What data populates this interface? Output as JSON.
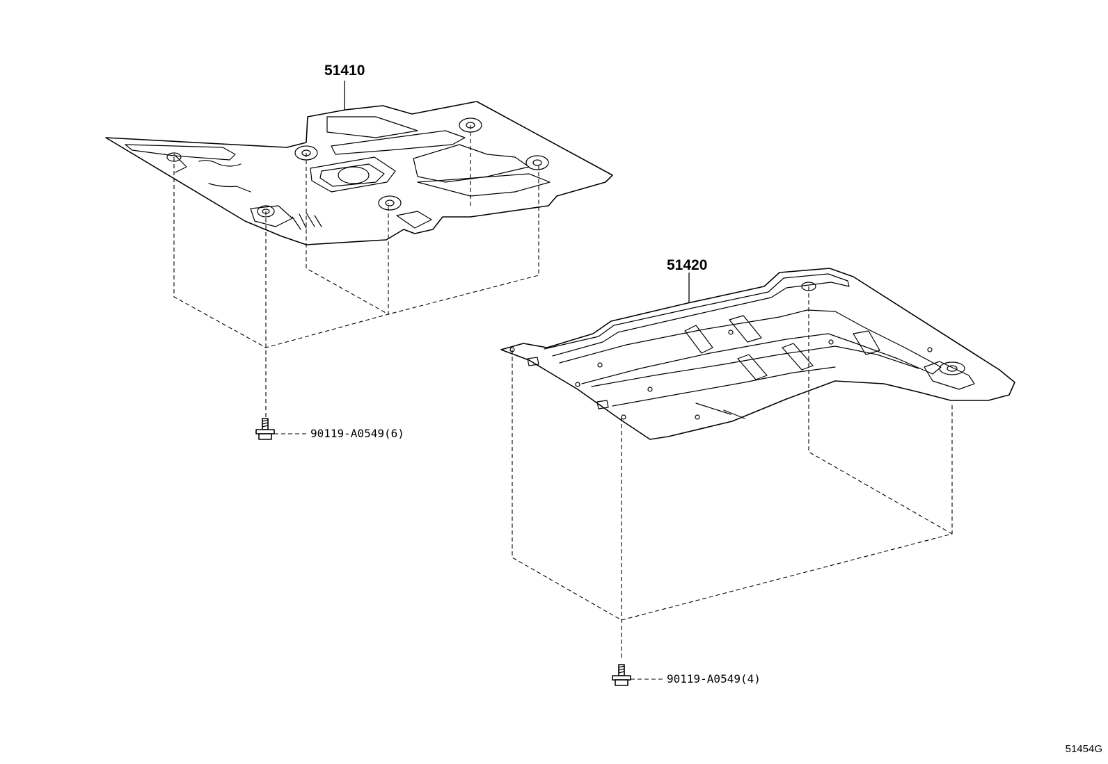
{
  "parts": [
    {
      "callout": "51410"
    },
    {
      "callout": "51420"
    }
  ],
  "fasteners": [
    {
      "ref": "90119-A0549(6)"
    },
    {
      "ref": "90119-A0549(4)"
    }
  ],
  "catalog_code": "51454G"
}
